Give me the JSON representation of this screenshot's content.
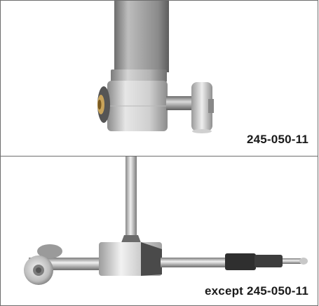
{
  "panels": [
    {
      "caption": "245-050-11",
      "image": "gauge-head-closeup"
    },
    {
      "caption": "except 245-050-11",
      "image": "gauge-assembly-with-rod"
    }
  ],
  "colors": {
    "border": "#6e6e6e",
    "caption": "#1a1a1a",
    "metal_light": "#d9d9d9",
    "metal_dark": "#7a7a7a",
    "knurl": "#3a3a3a"
  }
}
